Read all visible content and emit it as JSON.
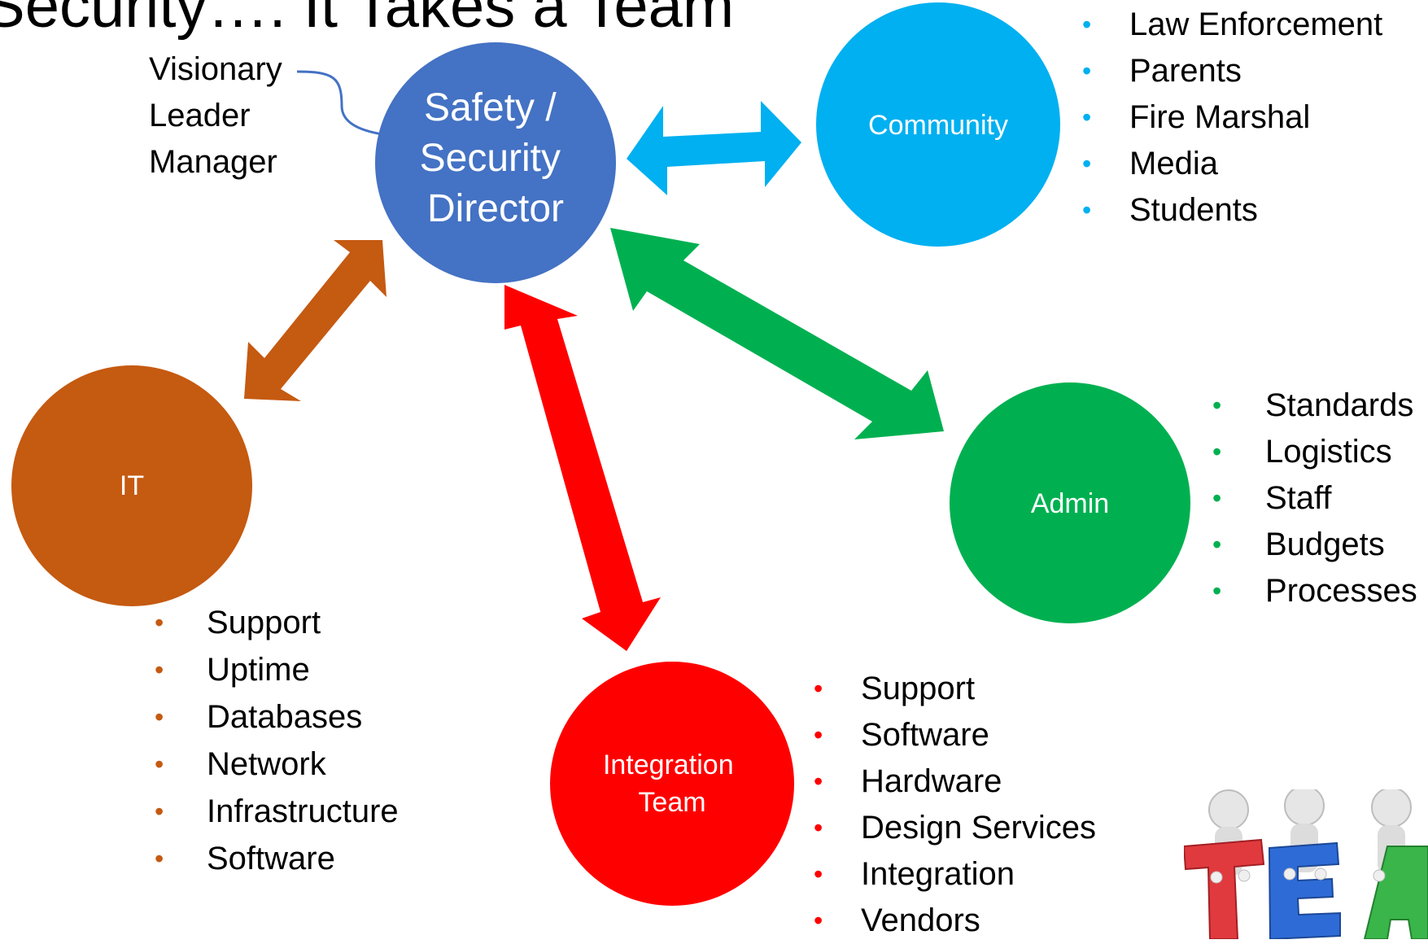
{
  "title": "Security…. It Takes a Team",
  "side_label": [
    "Visionary",
    "Leader",
    "Manager"
  ],
  "nodes": {
    "director": {
      "label_lines": [
        "Safety /",
        "Security",
        "Director"
      ],
      "color": "#4472c4"
    },
    "community": {
      "label": "Community",
      "color": "#00b0f0"
    },
    "admin": {
      "label": "Admin",
      "color": "#00b050"
    },
    "it": {
      "label": "IT",
      "color": "#c55a11"
    },
    "integration": {
      "label_lines": [
        "Integration",
        "Team"
      ],
      "color": "#ff0000"
    }
  },
  "lists": {
    "community": [
      "Law Enforcement",
      "Parents",
      "Fire Marshal",
      "Media",
      "Students"
    ],
    "admin": [
      "Standards",
      "Logistics",
      "Staff",
      "Budgets",
      "Processes"
    ],
    "it": [
      "Support",
      "Uptime",
      "Databases",
      "Network",
      "Infrastructure",
      "Software"
    ],
    "integration": [
      "Support",
      "Software",
      "Hardware",
      "Design Services",
      "Integration",
      "Vendors"
    ]
  },
  "bullet_char": "•",
  "team_art_letters": [
    "T",
    "E",
    "A"
  ]
}
